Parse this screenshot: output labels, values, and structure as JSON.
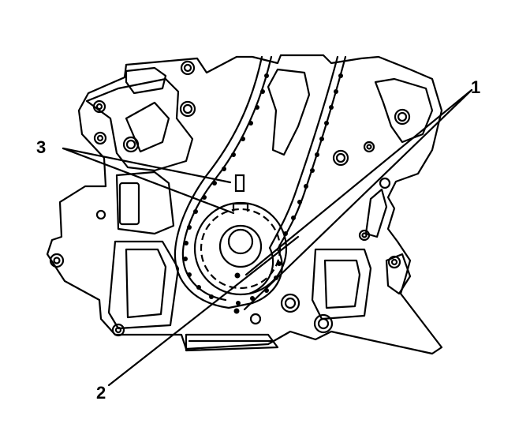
{
  "diagram": {
    "colors": {
      "ink": "#000000",
      "paper": "#ffffff"
    },
    "callouts": [
      {
        "id": "1",
        "label": "1"
      },
      {
        "id": "2",
        "label": "2"
      },
      {
        "id": "3",
        "label": "3"
      }
    ]
  }
}
